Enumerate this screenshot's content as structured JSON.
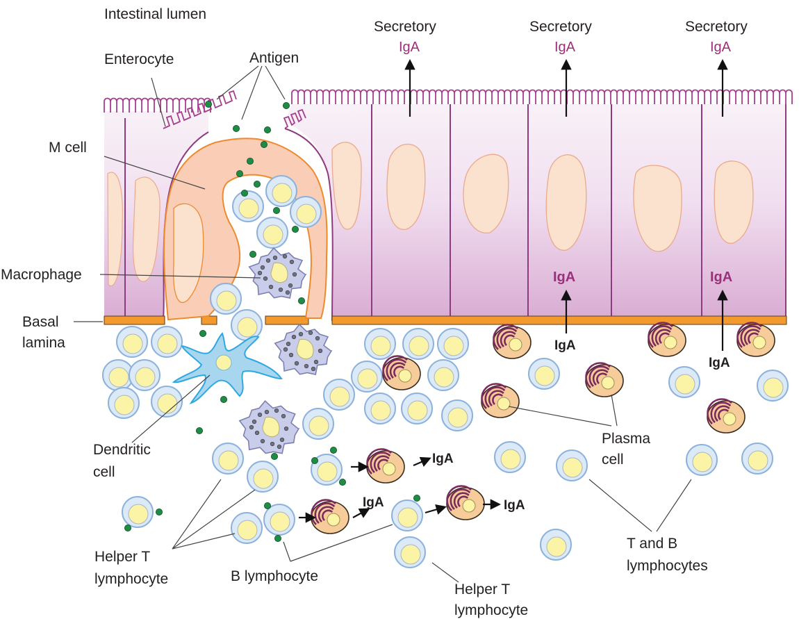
{
  "labels": {
    "intestinal_lumen": "Intestinal lumen",
    "enterocyte": "Enterocyte",
    "antigen": "Antigen",
    "m_cell": "M cell",
    "macrophage": "Macrophage",
    "basal_lamina_1": "Basal",
    "basal_lamina_2": "lamina",
    "dendritic_1": "Dendritic",
    "dendritic_2": "cell",
    "plasma_1": "Plasma",
    "plasma_2": "cell",
    "helper_t_left_1": "Helper T",
    "helper_t_left_2": "lymphocyte",
    "b_lymphocyte": "B lymphocyte",
    "helper_t_right_1": "Helper T",
    "helper_t_right_2": "lymphocyte",
    "tb_1": "T and B",
    "tb_2": "lymphocytes",
    "secretory": [
      "Secretory",
      "Secretory",
      "Secretory"
    ],
    "iga_secreted": [
      "IgA",
      "IgA",
      "IgA"
    ],
    "iga_in_cell": [
      "IgA",
      "IgA"
    ],
    "iga_lamina": [
      "IgA",
      "IgA"
    ],
    "iga_chain": [
      "IgA",
      "IgA",
      "IgA"
    ]
  },
  "colors": {
    "epithelium_top": "#f7eef6",
    "epithelium_bottom": "#dcb3d6",
    "cell_border": "#8e3a80",
    "nucleus": "#fbe2cf",
    "m_cell": "#f9cdb6",
    "m_cell_border": "#ee8a2e",
    "basal_lamina": "#f29a2e",
    "lymphocyte_outer": "#dce9f7",
    "lymphocyte_ring": "#8cb2dc",
    "lymphocyte_core": "#fbf3a6",
    "macrophage": "#c9cde9",
    "dendritic": "#a8d6ef",
    "plasma": "#f6cd9a",
    "plasma_ring": "#7b2a5c",
    "antigen": "#1e8c45",
    "iga_magenta": "#9b2f7a"
  }
}
